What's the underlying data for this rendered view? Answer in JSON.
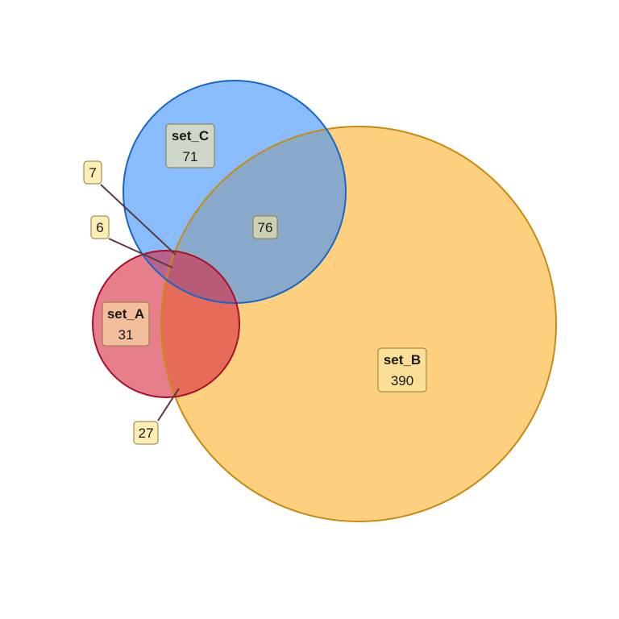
{
  "chart_data": {
    "type": "venn",
    "sets": [
      {
        "key": "A",
        "name": "set_A",
        "only": 31,
        "color": "#d7283f"
      },
      {
        "key": "B",
        "name": "set_B",
        "only": 390,
        "color": "#fcb12a"
      },
      {
        "key": "C",
        "name": "set_C",
        "only": 71,
        "color": "#3a90fa"
      }
    ],
    "overlaps": [
      {
        "sets": [
          "B",
          "C"
        ],
        "count": 76
      },
      {
        "sets": [
          "A",
          "C"
        ],
        "count": 7
      },
      {
        "sets": [
          "A",
          "B",
          "C"
        ],
        "count": 6
      },
      {
        "sets": [
          "A",
          "B"
        ],
        "count": 27
      }
    ]
  }
}
